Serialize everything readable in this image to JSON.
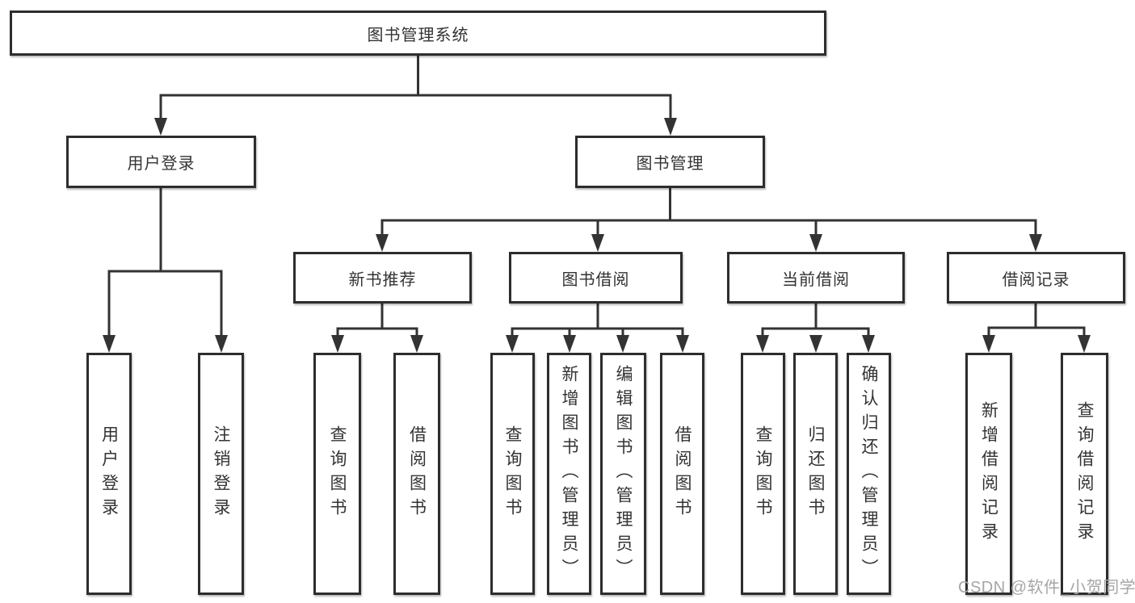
{
  "diagram_title": "图书管理系统",
  "nodes": {
    "root": "图书管理系统",
    "l2": [
      "用户登录",
      "图书管理"
    ],
    "l3": [
      "新书推荐",
      "图书借阅",
      "当前借阅",
      "借阅记录"
    ],
    "leaves": [
      "用户登录",
      "注销登录",
      "查询图书",
      "借阅图书",
      "查询图书",
      "新增图书（管理员）",
      "编辑图书（管理员）",
      "借阅图书",
      "查询图书",
      "归还图书",
      "确认归还（管理员）",
      "新增借阅记录",
      "查询借阅记录"
    ]
  },
  "hierarchy": {
    "图书管理系统": [
      "用户登录",
      "图书管理"
    ],
    "用户登录": [
      "用户登录",
      "注销登录"
    ],
    "图书管理": [
      "新书推荐",
      "图书借阅",
      "当前借阅",
      "借阅记录"
    ],
    "新书推荐": [
      "查询图书",
      "借阅图书"
    ],
    "图书借阅": [
      "查询图书",
      "新增图书（管理员）",
      "编辑图书（管理员）",
      "借阅图书"
    ],
    "当前借阅": [
      "查询图书",
      "归还图书",
      "确认归还（管理员）"
    ],
    "借阅记录": [
      "新增借阅记录",
      "查询借阅记录"
    ]
  },
  "watermark": "CSDN @软件_小贺同学",
  "colors": {
    "line": "#333333",
    "box_border": "#2d2d2d",
    "text": "#333333",
    "watermark_text": "#a6a6a6",
    "background": "#ffffff"
  }
}
